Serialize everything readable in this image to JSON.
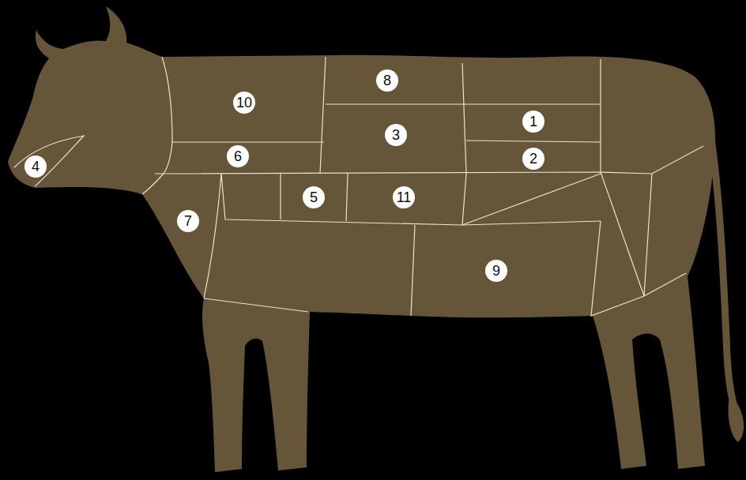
{
  "diagram": {
    "labels": [
      "8",
      "10",
      "1",
      "3",
      "6",
      "2",
      "4",
      "5",
      "11",
      "7",
      "9"
    ]
  }
}
